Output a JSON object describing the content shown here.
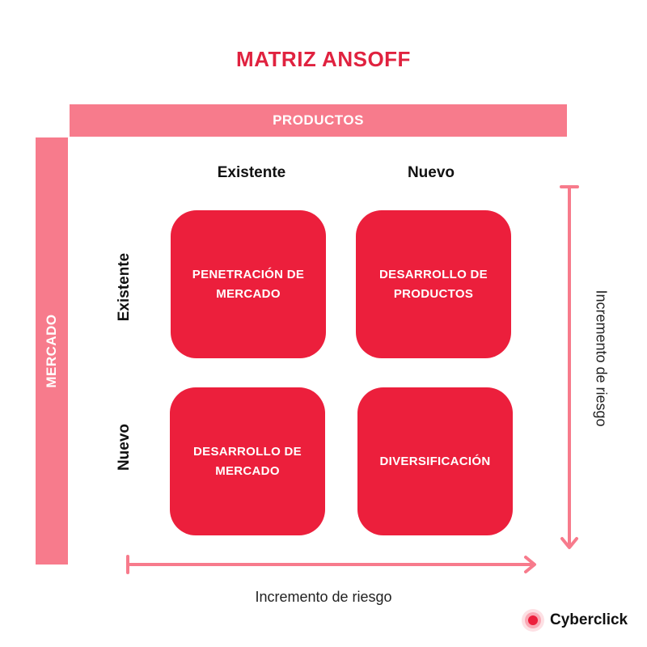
{
  "title": "MATRIZ ANSOFF",
  "axes": {
    "top_label": "PRODUCTOS",
    "left_label": "MERCADO",
    "horizontal_risk": "Incremento de riesgo",
    "vertical_risk": "Incremento de riesgo"
  },
  "columns": [
    "Existente",
    "Nuevo"
  ],
  "rows": [
    "Existente",
    "Nuevo"
  ],
  "cells": [
    {
      "line1": "PENETRACIÓN DE",
      "line2": "MERCADO"
    },
    {
      "line1": "DESARROLLO DE",
      "line2": "PRODUCTOS"
    },
    {
      "line1": "DESARROLLO DE",
      "line2": "MERCADO"
    },
    {
      "line1": "DIVERSIFICACIÓN",
      "line2": ""
    }
  ],
  "logo": {
    "name": "Cyberclick"
  },
  "colors": {
    "primary": "#ec1f3c",
    "accent_light": "#f77b8c",
    "title": "#e0223f"
  }
}
